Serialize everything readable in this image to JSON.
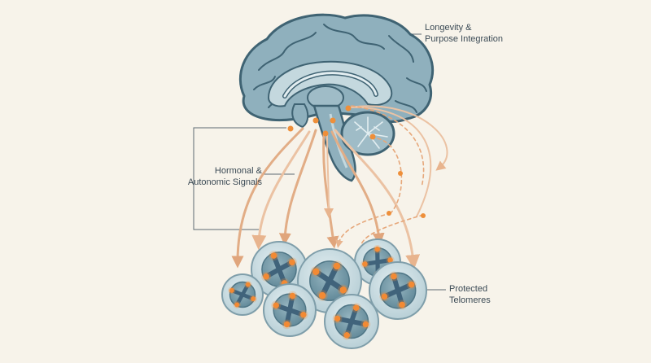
{
  "labels": {
    "longevity": [
      "Longevity &",
      "Purpose Integration"
    ],
    "hormonal": [
      "Hormonal &",
      "Autonomic Signals"
    ],
    "telomeres": [
      "Protected",
      "Telomeres"
    ]
  },
  "icons": {
    "brain": "brain-icon",
    "cell": "cell-icon",
    "chromosome": "chromosome-icon"
  },
  "colors": {
    "background": "#f7f3ea",
    "brain_fill": "#8fb0bd",
    "brain_outline": "#3f6373",
    "brain_inner": "#c4d8de",
    "arrow": "#e6b58f",
    "arrow_dark": "#dc9a6c",
    "signal_dot": "#ee8f3a",
    "cell_fill": "#c9dde2",
    "cell_outline": "#7f9eaa",
    "nucleus": "#6f95a3",
    "chromosome": "#40637b",
    "telomere": "#f28a35",
    "leader_line": "#5d6a72"
  }
}
